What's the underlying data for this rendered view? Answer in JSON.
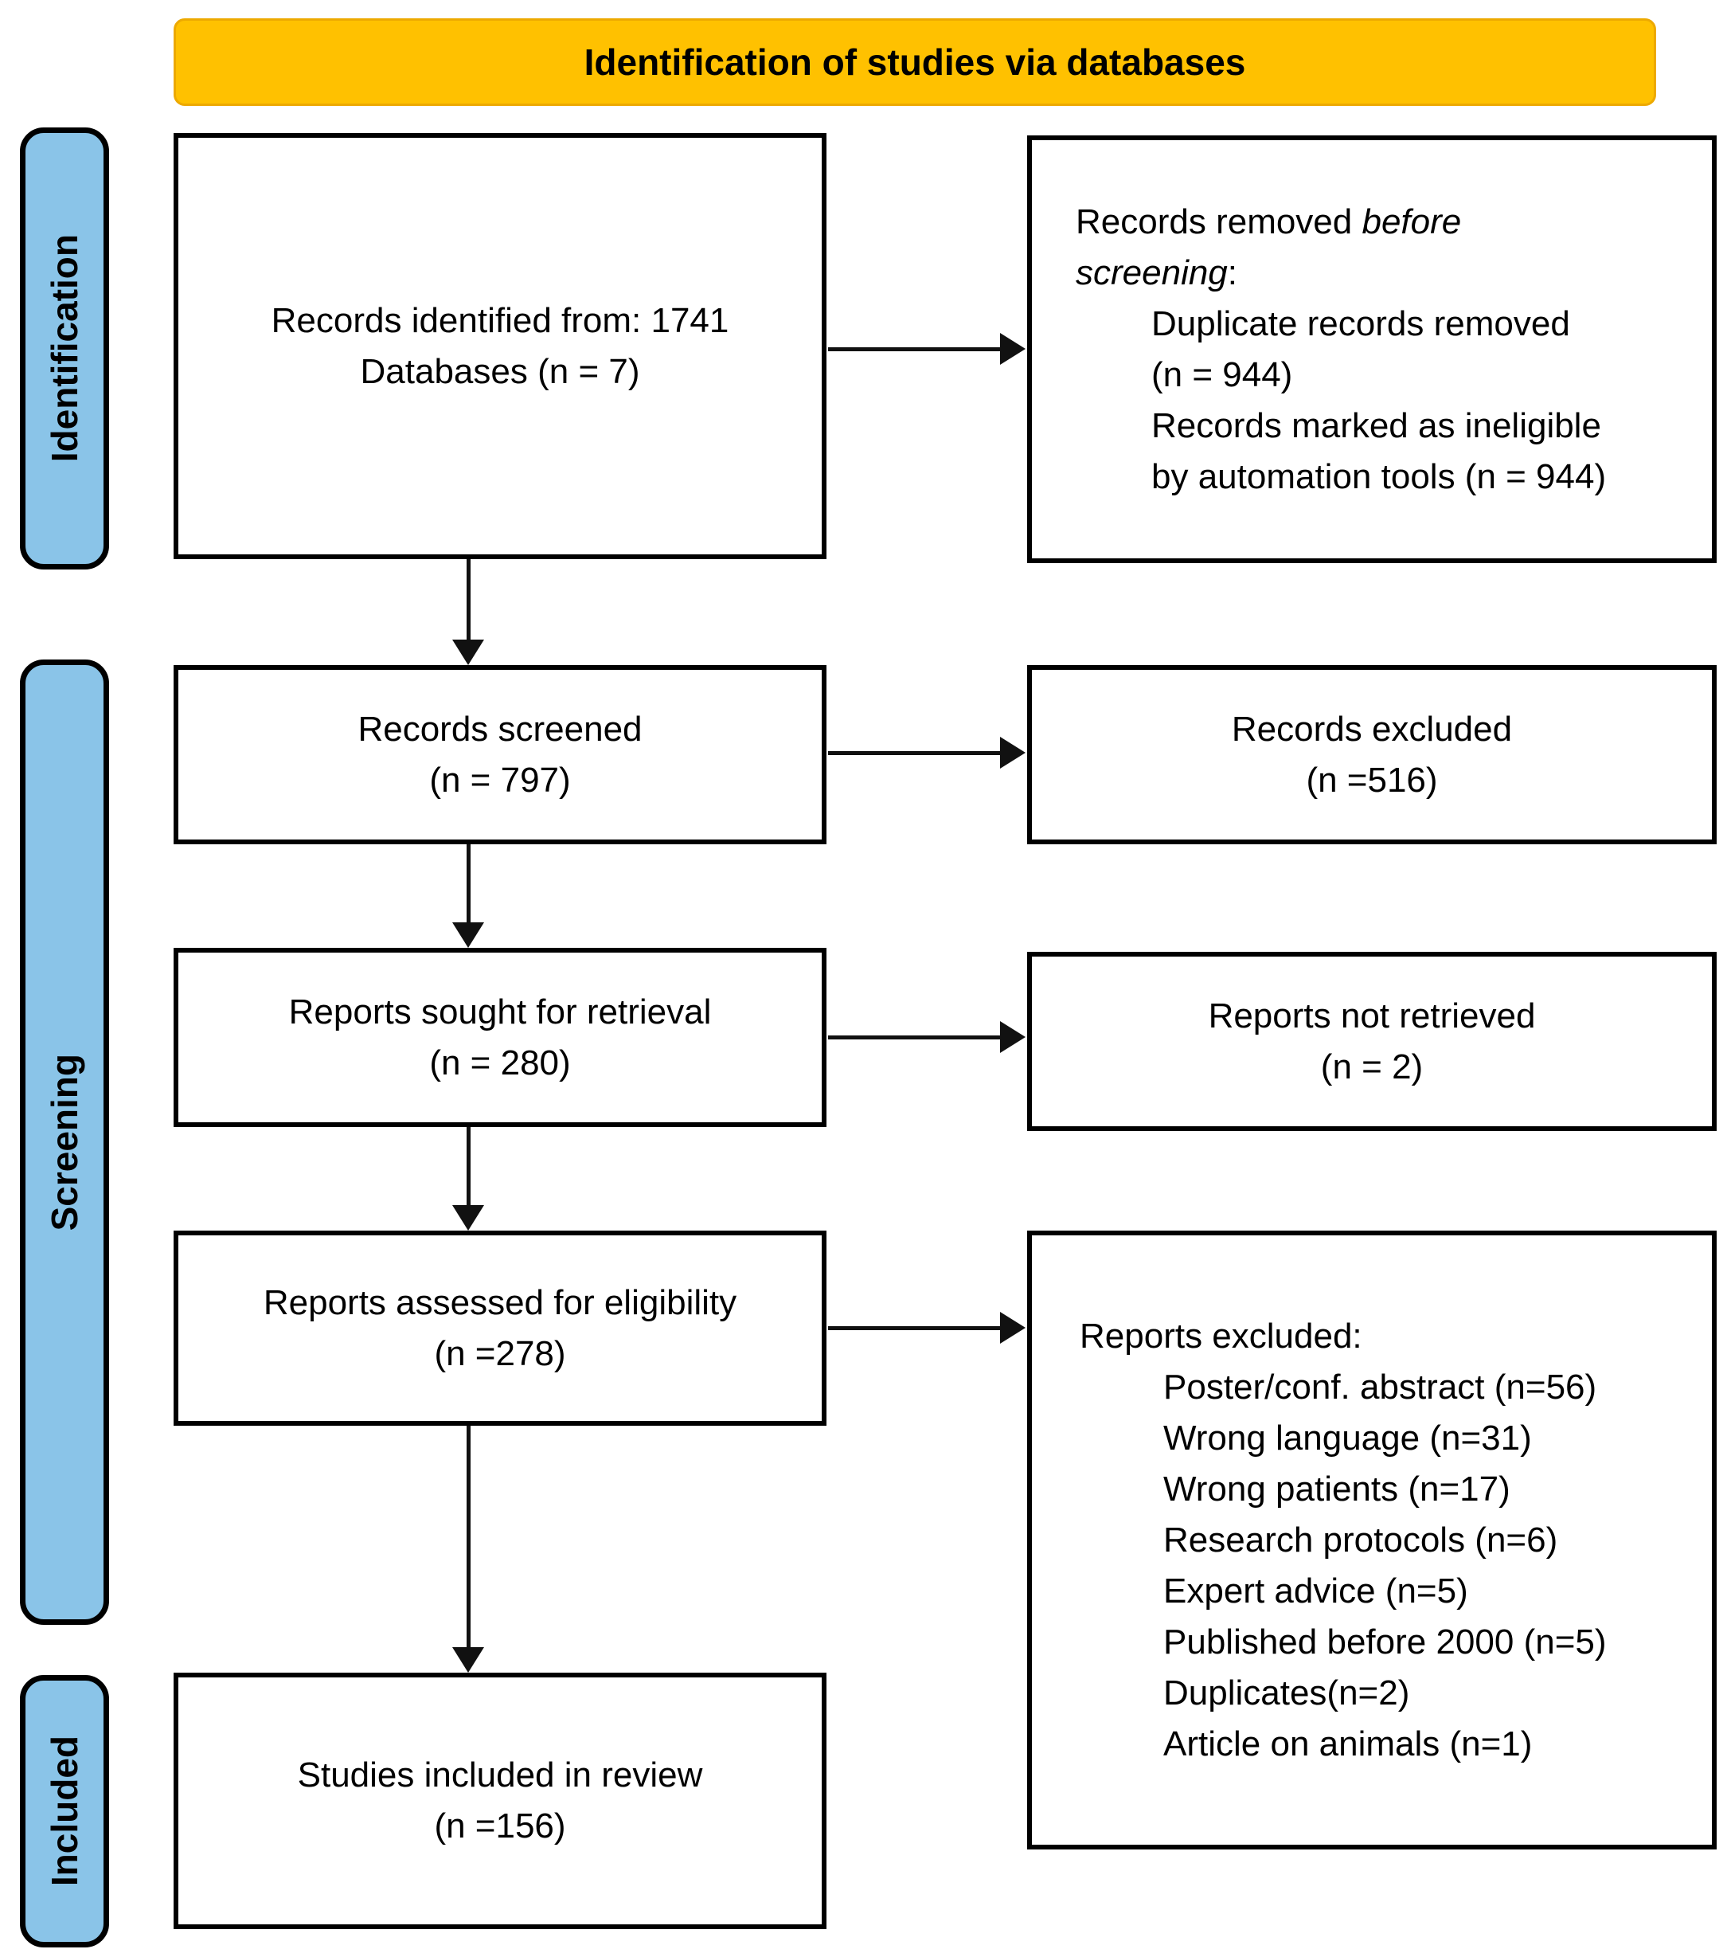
{
  "banner": {
    "label": "Identification of studies via databases"
  },
  "stages": {
    "identification": "Identification",
    "screening": "Screening",
    "included": "Included"
  },
  "flow": {
    "identified": {
      "line1": "Records identified from: 1741",
      "line2": "Databases (n = 7)"
    },
    "removed": {
      "l1_normal": "Records removed ",
      "l1_italic": "before",
      "l2_italic": "screening",
      "l2_suffix": ":",
      "items": [
        "Duplicate records removed",
        "(n = 944)",
        "Records marked as ineligible",
        "by automation tools (n = 944)"
      ]
    },
    "screened": {
      "line1": "Records screened",
      "line2": "(n = 797)"
    },
    "excluded": {
      "line1": "Records excluded",
      "line2": "(n =516)"
    },
    "sought": {
      "line1": "Reports sought for retrieval",
      "line2": "(n = 280)"
    },
    "not_retrieved": {
      "line1": "Reports not retrieved",
      "line2": "(n = 2)"
    },
    "assessed": {
      "line1": "Reports assessed for eligibility",
      "line2": "(n =278)"
    },
    "reports_excluded": {
      "title": "Reports excluded:",
      "items": [
        "Poster/conf. abstract (n=56)",
        "Wrong language (n=31)",
        "Wrong patients (n=17)",
        "Research protocols (n=6)",
        "Expert advice (n=5)",
        "Published before 2000 (n=5)",
        "Duplicates(n=2)",
        "Article on animals (n=1)"
      ]
    },
    "included_in_review": {
      "line1": "Studies included in review",
      "line2": "(n =156)"
    }
  },
  "colors": {
    "banner_bg": "#FFC100",
    "stage_bg": "#8AC4E8",
    "box_border": "#000000",
    "arrow": "#111111"
  }
}
